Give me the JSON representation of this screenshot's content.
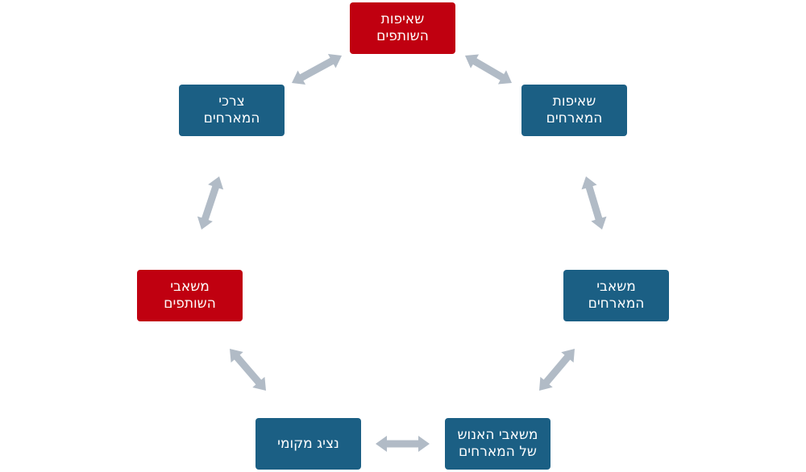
{
  "colors": {
    "partners": "#c00010",
    "hosts": "#1b5f84",
    "arrow": "#b1bbc6"
  },
  "nodes": [
    {
      "id": "partners-aspirations",
      "label": "שאיפות\nהשותפים",
      "group": "partners"
    },
    {
      "id": "hosts-aspirations",
      "label": "שאיפות\nהמארחים",
      "group": "hosts"
    },
    {
      "id": "hosts-resources",
      "label": "משאבי\nהמארחים",
      "group": "hosts"
    },
    {
      "id": "hosts-human-resources",
      "label": "משאבי האנוש\nשל המארחים",
      "group": "hosts"
    },
    {
      "id": "local-representative",
      "label": "נציג מקומי",
      "group": "hosts"
    },
    {
      "id": "partners-resources",
      "label": "משאבי\nהשותפים",
      "group": "partners"
    },
    {
      "id": "hosts-needs",
      "label": "צרכי\nהמארחים",
      "group": "hosts"
    }
  ],
  "connections": [
    {
      "from": "partners-aspirations",
      "to": "hosts-aspirations",
      "direction": "bidirectional"
    },
    {
      "from": "hosts-aspirations",
      "to": "hosts-resources",
      "direction": "bidirectional"
    },
    {
      "from": "hosts-resources",
      "to": "hosts-human-resources",
      "direction": "bidirectional"
    },
    {
      "from": "hosts-human-resources",
      "to": "local-representative",
      "direction": "bidirectional"
    },
    {
      "from": "local-representative",
      "to": "partners-resources",
      "direction": "bidirectional"
    },
    {
      "from": "partners-resources",
      "to": "hosts-needs",
      "direction": "bidirectional"
    },
    {
      "from": "hosts-needs",
      "to": "partners-aspirations",
      "direction": "bidirectional"
    }
  ]
}
